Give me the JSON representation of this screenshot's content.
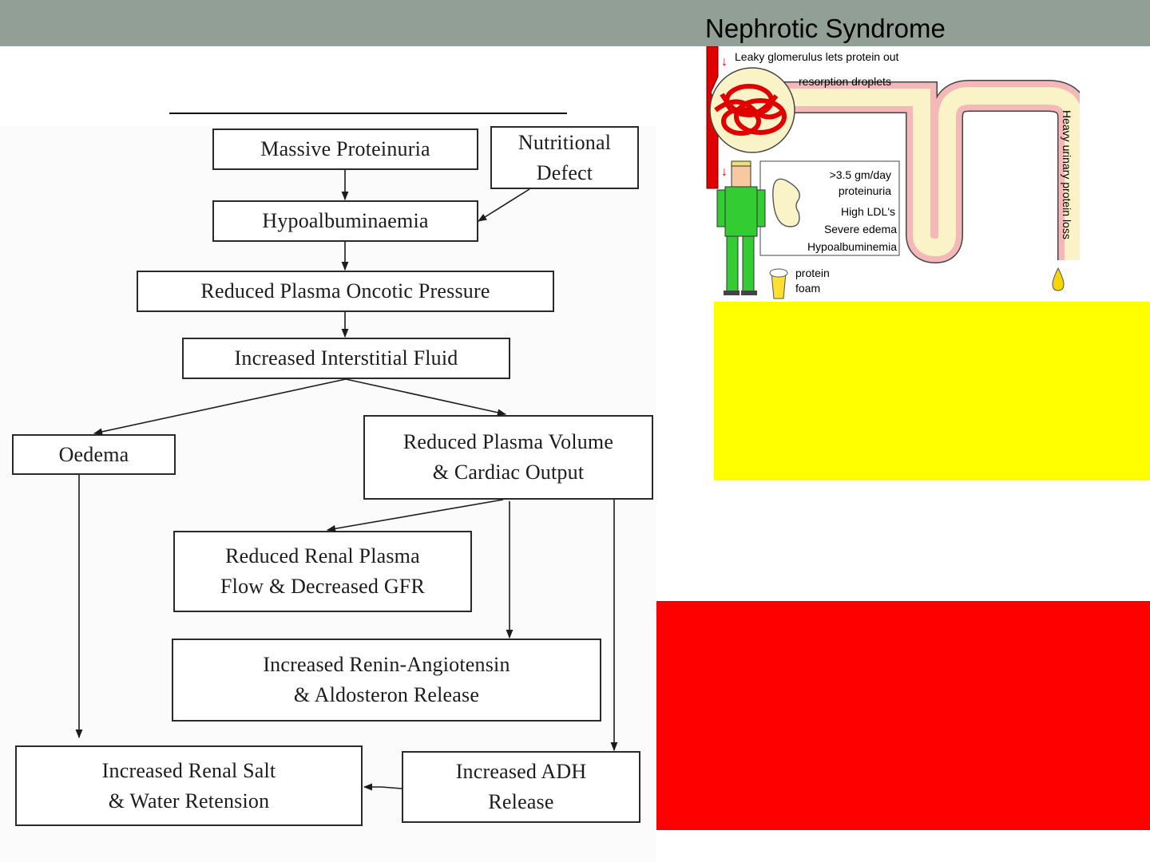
{
  "colors": {
    "topbar": "#919f96",
    "yellow_block": "#ffff00",
    "red_block": "#ff0000",
    "urine_drop": "#f5d600"
  },
  "flowchart": {
    "boxes": {
      "massive_proteinuria": [
        "Massive Proteinuria"
      ],
      "nutritional_defect": [
        "Nutritional",
        "Defect"
      ],
      "hypoalbuminaemia": [
        "Hypoalbuminaemia"
      ],
      "reduced_oncotic": [
        "Reduced Plasma Oncotic Pressure"
      ],
      "increased_interstitial": [
        "Increased Interstitial Fluid"
      ],
      "oedema": [
        "Oedema"
      ],
      "reduced_plasma_volume": [
        "Reduced Plasma Volume",
        "& Cardiac Output"
      ],
      "reduced_renal_flow": [
        "Reduced Renal Plasma",
        "Flow & Decreased GFR"
      ],
      "renin_angiotensin": [
        "Increased Renin-Angiotensin",
        "& Aldosteron Release"
      ],
      "salt_water_retention": [
        "Increased Renal Salt",
        "& Water Retension"
      ],
      "adh_release": [
        "Increased ADH",
        "Release"
      ]
    }
  },
  "illustration": {
    "title": "Nephrotic Syndrome",
    "labels": {
      "leaky": "Leaky glomerulus lets protein out",
      "resorption": "resorption droplets",
      "proteinuria_amount": ">3.5 gm/day",
      "proteinuria": "proteinuria",
      "ldl": "High LDL's",
      "edema": "Severe edema",
      "hypoalb": "Hypoalbuminemia",
      "protein": "protein",
      "foam": "foam",
      "urinary_loss": "Heavy urinary protein loss"
    }
  }
}
